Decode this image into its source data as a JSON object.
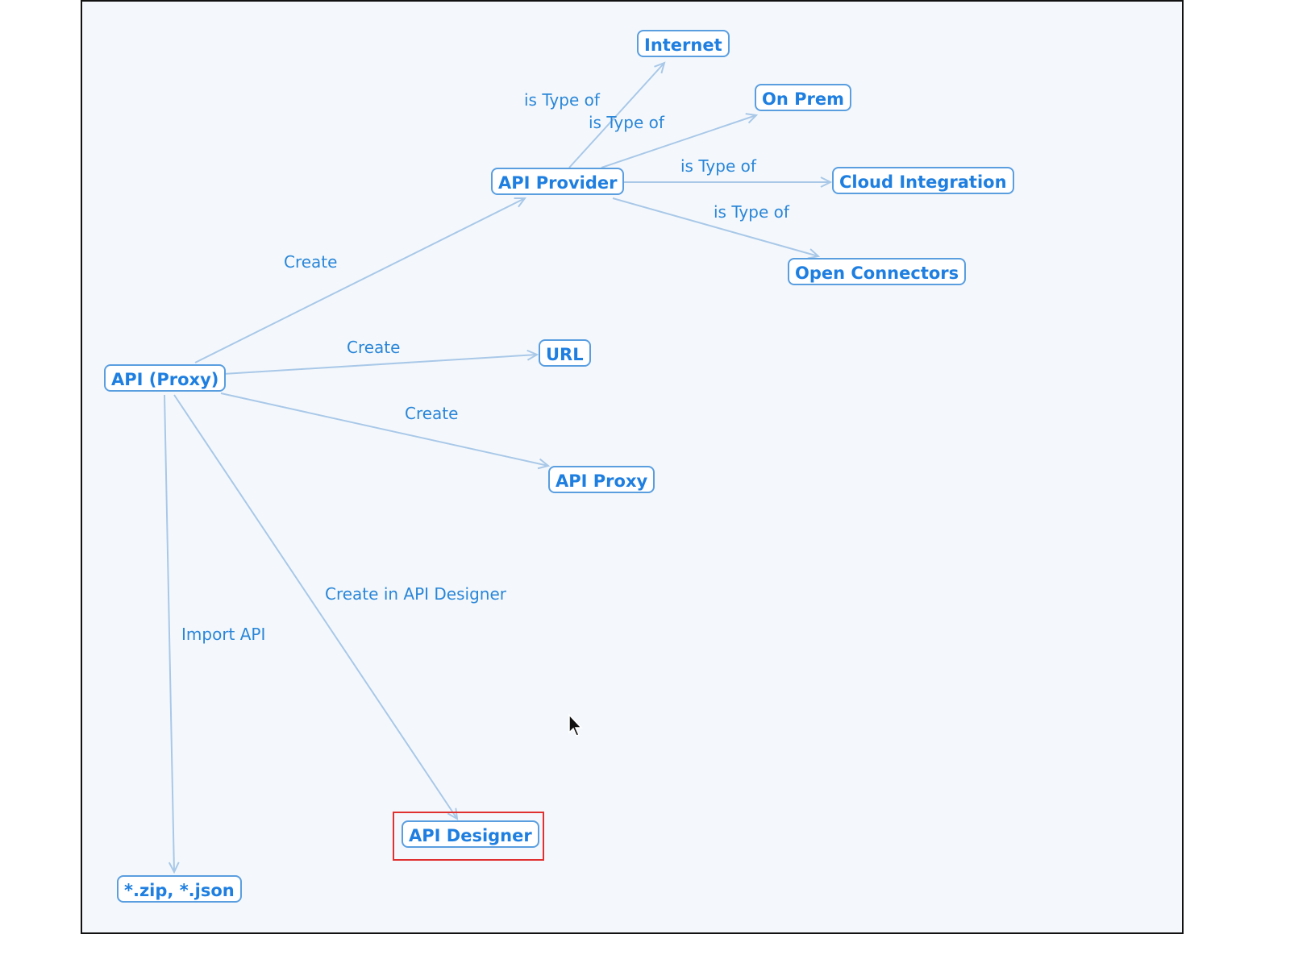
{
  "colors": {
    "node_text": "#1f7fe0",
    "node_border": "#5a9ee0",
    "edge": "#a9c8e8",
    "label": "#2a86d8",
    "highlight": "#e03030",
    "background": "#f4f8fc"
  },
  "nodes": {
    "internet": "Internet",
    "on_prem": "On Prem",
    "api_provider": "API Provider",
    "cloud_integration": "Cloud Integration",
    "open_connectors": "Open Connectors",
    "url": "URL",
    "api_proxy_root": "API (Proxy)",
    "api_proxy": "API Proxy",
    "api_designer": "API Designer",
    "zip_json": "*.zip, *.json"
  },
  "edges": {
    "provider_internet": "is Type of",
    "provider_onprem": "is Type of",
    "provider_cloud": "is Type of",
    "provider_open": "is Type of",
    "root_provider": "Create",
    "root_url": "Create",
    "root_proxy": "Create",
    "root_designer": "Create in API Designer",
    "root_import": "Import API"
  },
  "cursor_icon": "arrow-cursor-icon"
}
